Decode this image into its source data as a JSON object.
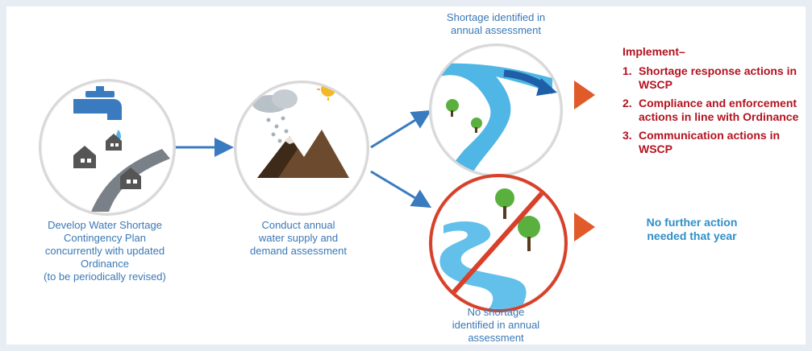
{
  "steps": {
    "develop": {
      "lines": [
        "Develop Water Shortage",
        "Contingency Plan",
        "concurrently with updated",
        "Ordinance",
        "(to be periodically revised)"
      ]
    },
    "assess": {
      "lines": [
        "Conduct annual",
        "water supply and",
        "demand assessment"
      ]
    },
    "shortage": {
      "lines": [
        "Shortage identified in",
        "annual assessment"
      ]
    },
    "no_shortage": {
      "lines": [
        "No shortage",
        "identified in annual",
        "assessment"
      ]
    }
  },
  "implement": {
    "title": "Implement–",
    "items": [
      {
        "num": "1.",
        "text": "Shortage response actions in WSCP"
      },
      {
        "num": "2.",
        "text": "Compliance and enforcement actions in line with Ordinance"
      },
      {
        "num": "3.",
        "text": "Communication actions in WSCP"
      }
    ]
  },
  "no_action": {
    "lines": [
      "No further action",
      "needed that year"
    ]
  },
  "colors": {
    "caption": "#3a78b6",
    "implement": "#b3121f",
    "no_action": "#2f8fc9",
    "triangle": "#e05a2a",
    "arrow": "#3a7bbf",
    "water": "#4fb6e6",
    "prohibit": "#d8402a"
  },
  "icons": {
    "develop": "faucet-houses-icon",
    "assess": "mountain-weather-icon",
    "shortage": "flowing-river-icon",
    "no_shortage": "no-river-icon"
  }
}
